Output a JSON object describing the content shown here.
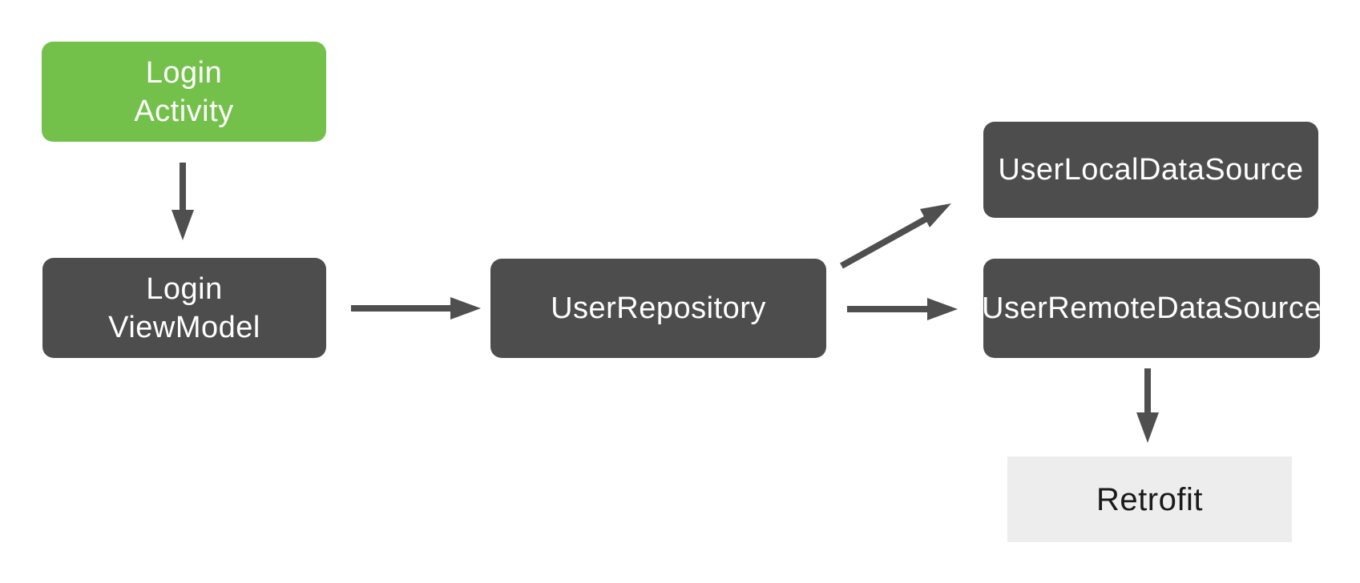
{
  "diagram": {
    "description": "App architecture flow diagram",
    "nodes": {
      "login_activity": {
        "lines": [
          "Login",
          "Activity"
        ],
        "type": "ui",
        "color": "#73C14A"
      },
      "login_viewmodel": {
        "lines": [
          "Login",
          "ViewModel"
        ],
        "type": "viewmodel",
        "color": "#4D4D4D"
      },
      "user_repository": {
        "label": "UserRepository",
        "type": "repository",
        "color": "#4D4D4D"
      },
      "user_local_datasource": {
        "label": "UserLocalDataSource",
        "type": "datasource",
        "color": "#4D4D4D"
      },
      "user_remote_datasource": {
        "label": "UserRemoteDataSource",
        "type": "datasource",
        "color": "#4D4D4D"
      },
      "retrofit": {
        "label": "Retrofit",
        "type": "library",
        "color": "#EDEDED"
      }
    },
    "edges": [
      {
        "from": "LoginActivity",
        "to": "LoginViewModel",
        "direction": "down"
      },
      {
        "from": "LoginViewModel",
        "to": "UserRepository",
        "direction": "right"
      },
      {
        "from": "UserRepository",
        "to": "UserLocalDataSource",
        "direction": "up-right"
      },
      {
        "from": "UserRepository",
        "to": "UserRemoteDataSource",
        "direction": "right"
      },
      {
        "from": "UserRemoteDataSource",
        "to": "Retrofit",
        "direction": "down"
      }
    ],
    "colors": {
      "node_green": "#73C14A",
      "node_dark": "#4D4D4D",
      "node_light": "#EDEDED",
      "arrow": "#4F4F4F",
      "text_on_dark": "#FFFFFF",
      "text_on_light": "#1A1A1A",
      "background": "#FFFFFF"
    }
  }
}
